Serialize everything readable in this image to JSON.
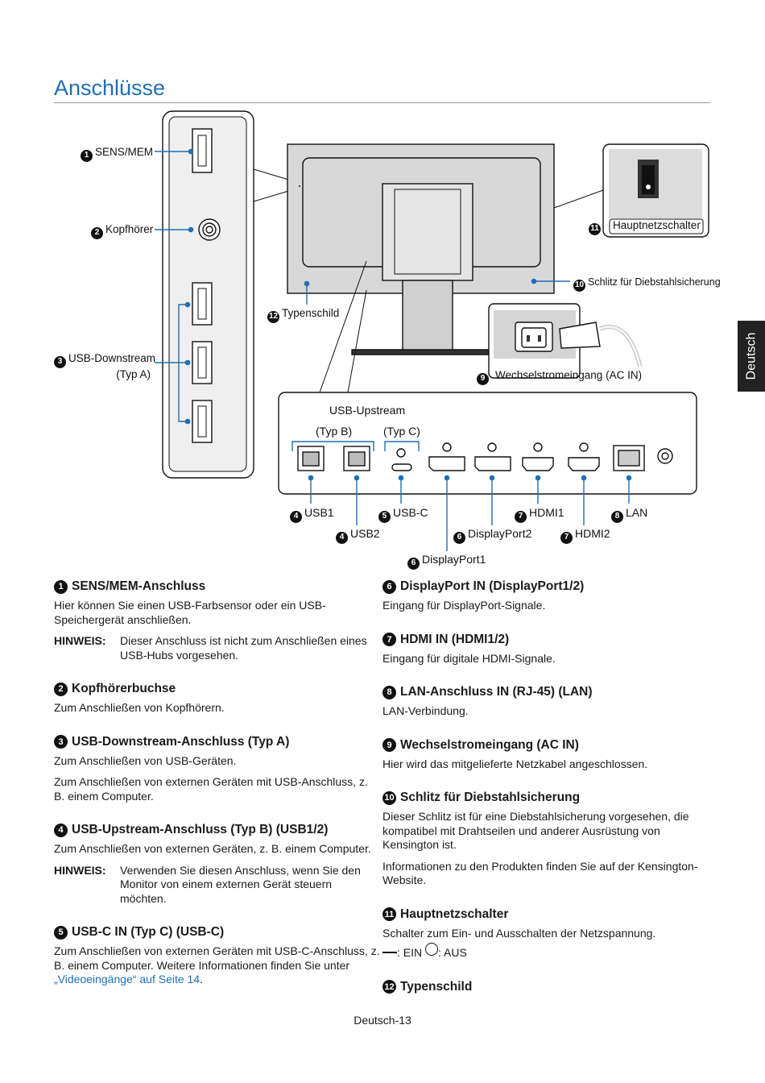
{
  "page": {
    "title": "Anschlüsse",
    "side_tab": "Deutsch",
    "footer": "Deutsch-13"
  },
  "diagram": {
    "sens_mem": "SENS/MEM",
    "kopfhoerer": "Kopfhörer",
    "usb_downstream_1": "USB-Downstream",
    "usb_downstream_2": "(Typ A)",
    "hauptnetzschalter": "Hauptnetzschalter",
    "schlitz": "Schlitz für Diebstahlsicherung",
    "typenschild": "Typenschild",
    "wechselstrom": "Wechselstromeingang (AC IN)",
    "usb_upstream": "USB-Upstream",
    "typ_b": "(Typ B)",
    "typ_c": "(Typ C)",
    "usb1": "USB1",
    "usb2": "USB2",
    "usbc": "USB-C",
    "dp1": "DisplayPort1",
    "dp2": "DisplayPort2",
    "hdmi1": "HDMI1",
    "hdmi2": "HDMI2",
    "lan": "LAN"
  },
  "numbers": [
    "1",
    "2",
    "3",
    "4",
    "5",
    "6",
    "7",
    "8",
    "9",
    "10",
    "11",
    "12"
  ],
  "sections": {
    "s1": {
      "title": "SENS/MEM-Anschluss",
      "text": "Hier können Sie einen USB-Farbsensor oder ein USB-Speichergerät anschließen.",
      "note_key": "HINWEIS:",
      "note": "Dieser Anschluss ist nicht zum Anschließen eines USB-Hubs vorgesehen."
    },
    "s2": {
      "title": "Kopfhörerbuchse",
      "text": "Zum Anschließen von Kopfhörern."
    },
    "s3": {
      "title": "USB-Downstream-Anschluss (Typ A)",
      "text1": "Zum Anschließen von USB-Geräten.",
      "text2": "Zum Anschließen von externen Geräten mit USB-Anschluss, z. B. einem Computer."
    },
    "s4": {
      "title": "USB-Upstream-Anschluss (Typ B) (USB1/2)",
      "text": "Zum Anschließen von externen Geräten, z. B. einem Computer.",
      "note_key": "HINWEIS:",
      "note": "Verwenden Sie diesen Anschluss, wenn Sie den Monitor von einem externen Gerät steuern möchten."
    },
    "s5": {
      "title": "USB-C IN (Typ C) (USB-C)",
      "text": "Zum Anschließen von externen Geräten mit USB-C-Anschluss, z. B. einem Computer. Weitere Informationen finden Sie unter ",
      "link": "„Videoeingänge“ auf Seite 14",
      "after": "."
    },
    "s6": {
      "title": "DisplayPort IN (DisplayPort1/2)",
      "text": "Eingang für DisplayPort-Signale."
    },
    "s7": {
      "title": "HDMI IN (HDMI1/2)",
      "text": "Eingang für digitale HDMI-Signale."
    },
    "s8": {
      "title": "LAN-Anschluss IN (RJ-45) (LAN)",
      "text": "LAN-Verbindung."
    },
    "s9": {
      "title": "Wechselstromeingang (AC IN)",
      "text": "Hier wird das mitgelieferte Netzkabel angeschlossen."
    },
    "s10": {
      "title": "Schlitz für Diebstahlsicherung",
      "text1": "Dieser Schlitz ist für eine Diebstahlsicherung vorgesehen, die kompatibel mit Drahtseilen und anderer Ausrüstung von Kensington ist.",
      "text2": "Informationen zu den Produkten finden Sie auf der Kensington-Website."
    },
    "s11": {
      "title": "Hauptnetzschalter",
      "text": "Schalter zum Ein- und Ausschalten der Netzspannung.",
      "on": ": EIN",
      "off": ": AUS"
    },
    "s12": {
      "title": "Typenschild"
    }
  },
  "colors": {
    "accent": "#1f6fb5",
    "callout_line": "#1f6fb5"
  }
}
